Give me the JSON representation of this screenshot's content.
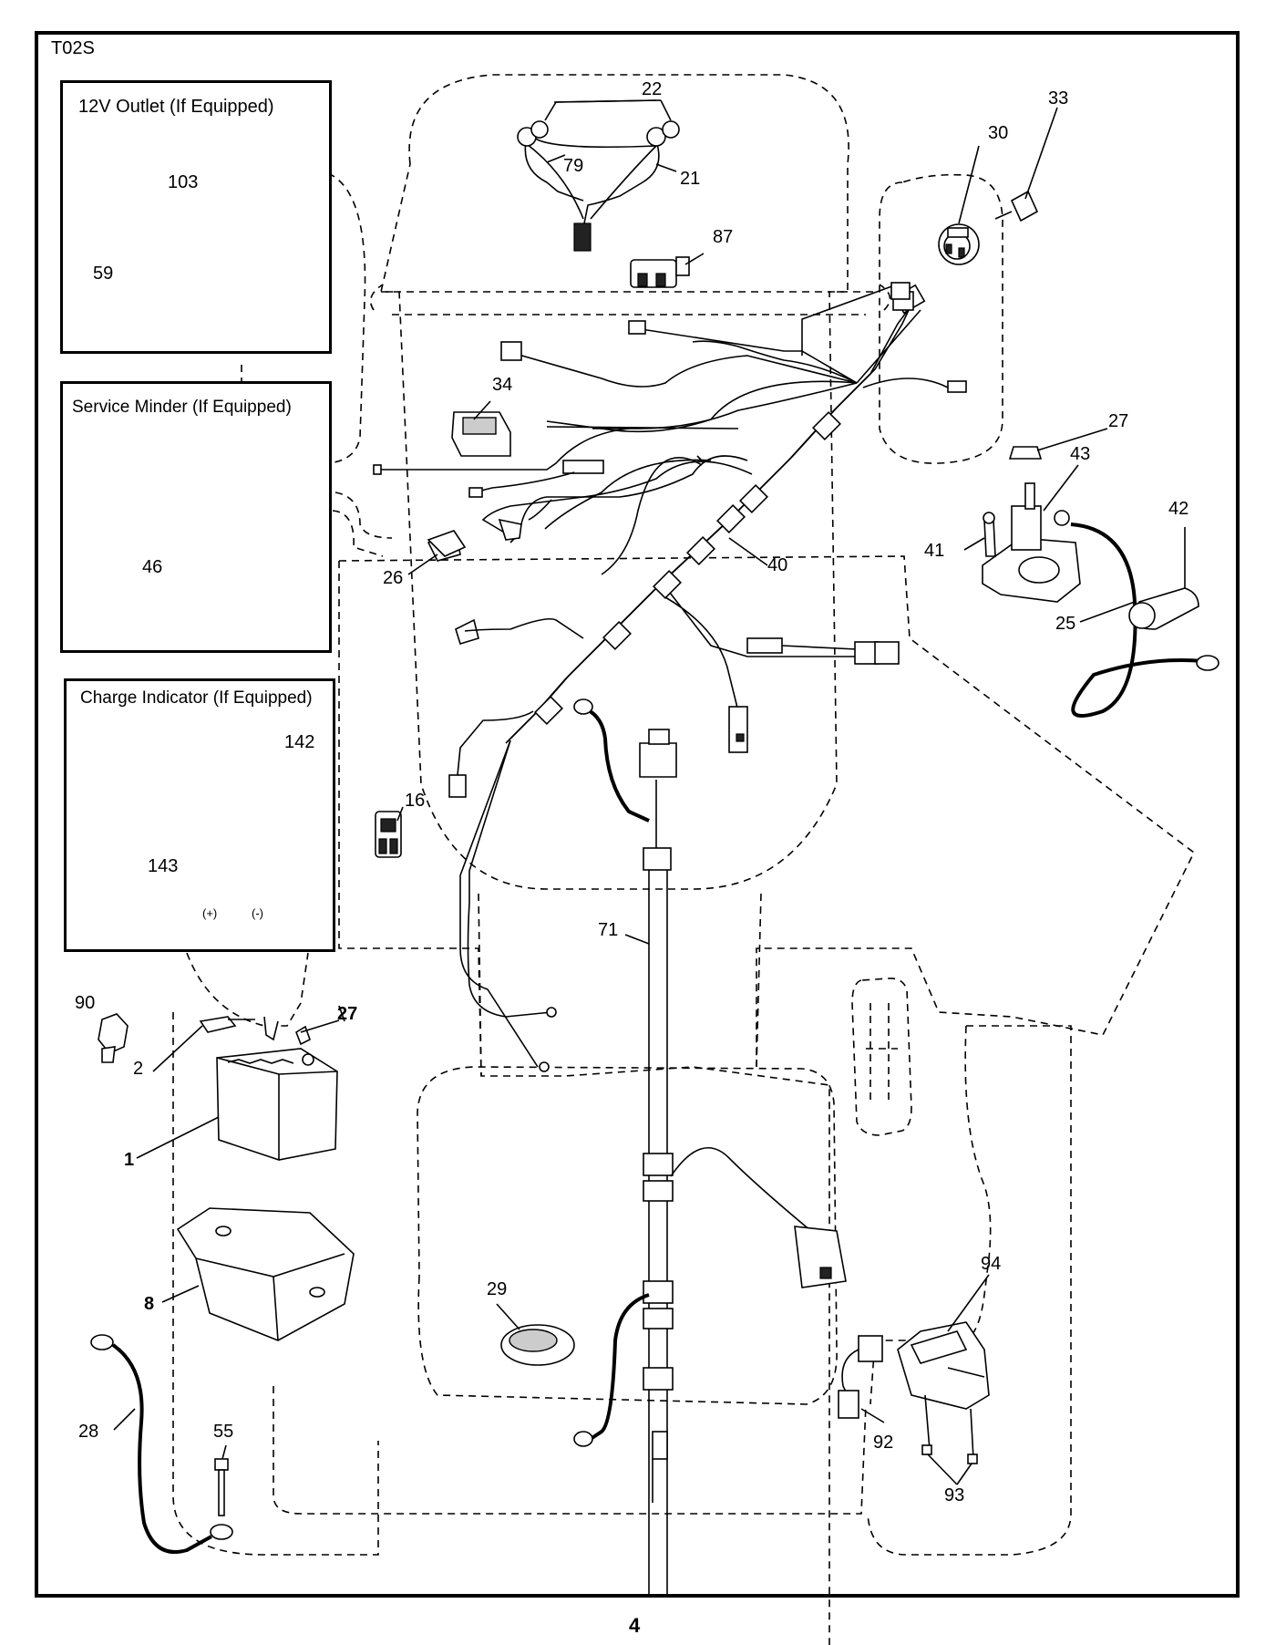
{
  "page": {
    "diagram_code": "T02S",
    "page_number": "4"
  },
  "insets": {
    "outlet_title": "12V Outlet (If Equipped)",
    "service_title": "Service Minder (If Equipped)",
    "charge_title": "Charge Indicator (If Equipped)"
  },
  "terminals": {
    "positive": "(+)",
    "negative": "(-)"
  },
  "parts": [
    {
      "id": "p103",
      "label": "103"
    },
    {
      "id": "p59",
      "label": "59"
    },
    {
      "id": "p46",
      "label": "46"
    },
    {
      "id": "p142",
      "label": "142"
    },
    {
      "id": "p143",
      "label": "143"
    },
    {
      "id": "p22",
      "label": "22"
    },
    {
      "id": "p79",
      "label": "79"
    },
    {
      "id": "p21",
      "label": "21"
    },
    {
      "id": "p87",
      "label": "87"
    },
    {
      "id": "p30",
      "label": "30"
    },
    {
      "id": "p33",
      "label": "33"
    },
    {
      "id": "p34",
      "label": "34"
    },
    {
      "id": "p27a",
      "label": "27"
    },
    {
      "id": "p43",
      "label": "43"
    },
    {
      "id": "p41",
      "label": "41"
    },
    {
      "id": "p42",
      "label": "42"
    },
    {
      "id": "p25",
      "label": "25"
    },
    {
      "id": "p40",
      "label": "40"
    },
    {
      "id": "p26",
      "label": "26"
    },
    {
      "id": "p16",
      "label": "16"
    },
    {
      "id": "p71",
      "label": "71"
    },
    {
      "id": "p90",
      "label": "90"
    },
    {
      "id": "p27b",
      "label": "27"
    },
    {
      "id": "p2",
      "label": "2"
    },
    {
      "id": "p1",
      "label": "1"
    },
    {
      "id": "p8",
      "label": "8"
    },
    {
      "id": "p28",
      "label": "28"
    },
    {
      "id": "p55",
      "label": "55"
    },
    {
      "id": "p29",
      "label": "29"
    },
    {
      "id": "p94",
      "label": "94"
    },
    {
      "id": "p92",
      "label": "92"
    },
    {
      "id": "p93",
      "label": "93"
    }
  ]
}
